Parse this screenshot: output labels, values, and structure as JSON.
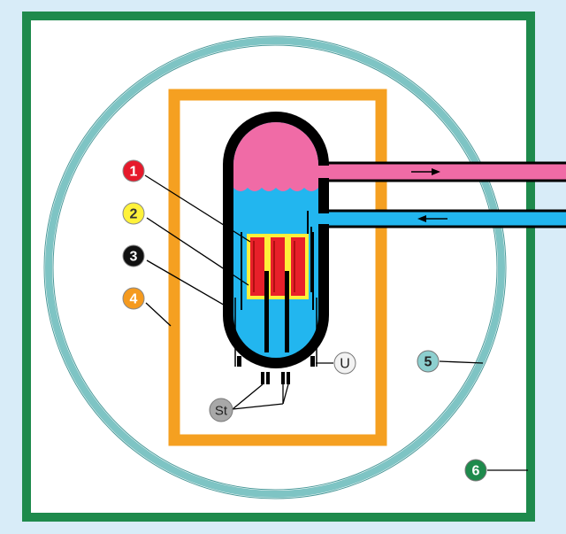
{
  "labels": {
    "l1": "1",
    "l2": "2",
    "l3": "3",
    "l4": "4",
    "l5": "5",
    "l6": "6",
    "u": "U",
    "st": "St"
  },
  "colors": {
    "background": "#d8ecf8",
    "outer_building": "#1e8a4c",
    "containment_sphere": "#7ec4c4",
    "concrete_shield": "#f5a021",
    "vessel_wall": "#000000",
    "steam": "#f06ba6",
    "water": "#22b6ef",
    "fuel_frame": "#ffef3a",
    "fuel": "#e8202a",
    "label_1": "#e6192b",
    "label_2": "#fff23a",
    "label_3": "#111111",
    "label_4": "#f59a1e",
    "label_5": "#8dcfcf",
    "label_6": "#1e8a4c",
    "label_u": "#f2f2f2",
    "label_st": "#a8a8a8"
  }
}
